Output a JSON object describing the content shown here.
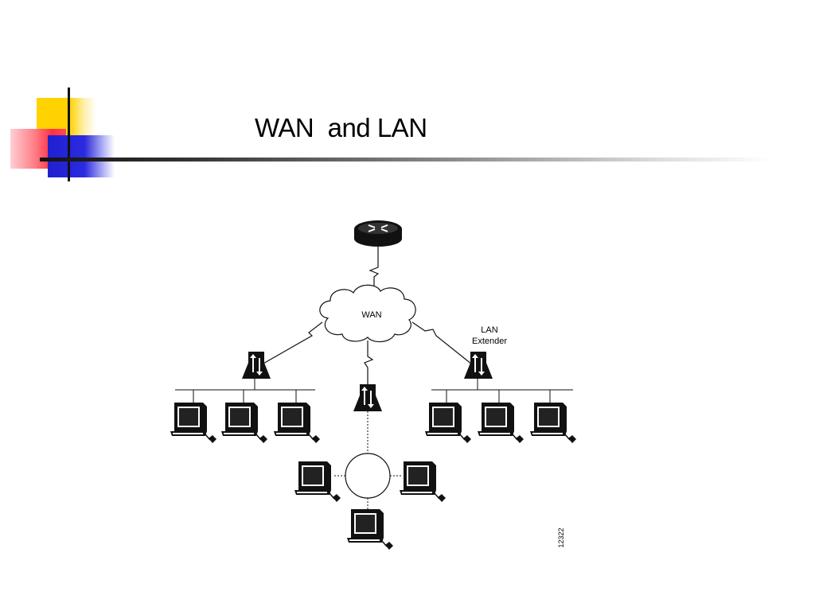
{
  "slide": {
    "title": "WAN  and LAN"
  },
  "diagram": {
    "wan_label": "WAN",
    "extender_label_line1": "LAN",
    "extender_label_line2": "Extender",
    "figure_id": "12322"
  },
  "colors": {
    "yellow": "#ffd200",
    "red": "#ff3040",
    "blue": "#2020d0",
    "line": "#111111"
  },
  "icons": [
    "router-icon",
    "wan-cloud-icon",
    "lan-extender-icon",
    "workstation-icon",
    "ring-hub-icon"
  ]
}
